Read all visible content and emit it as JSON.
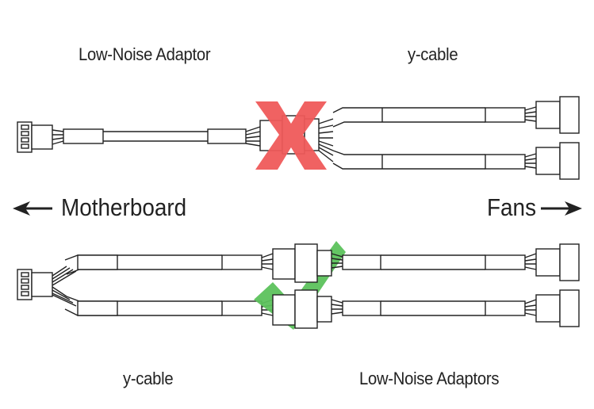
{
  "labels": {
    "top_left": "Low-Noise Adaptor",
    "top_right": "y-cable",
    "bottom_left": "y-cable",
    "bottom_right": "Low-Noise Adaptors",
    "left_direction": "Motherboard",
    "right_direction": "Fans"
  },
  "colors": {
    "wrong": "#ef5a5a",
    "correct": "#5cc25c",
    "line": "#222222"
  },
  "icons": {
    "wrong_mark": "cross-icon",
    "correct_mark": "checkmark-icon",
    "left_arrow": "arrow-left-icon",
    "right_arrow": "arrow-right-icon"
  }
}
